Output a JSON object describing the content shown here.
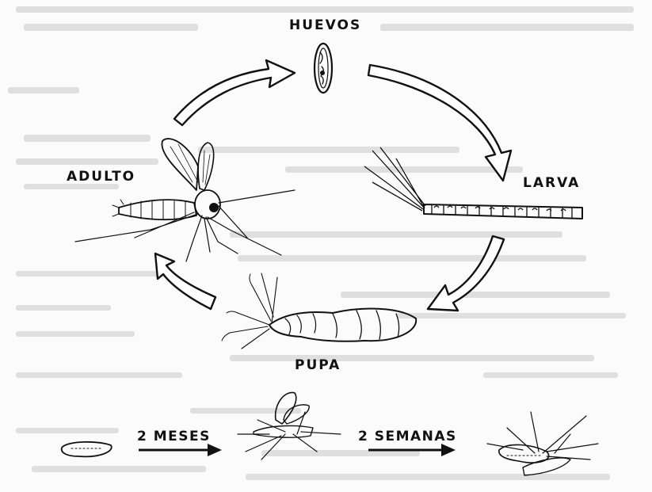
{
  "labels": {
    "eggs": "HUEVOS",
    "larva": "LARVA",
    "pupa": "PUPA",
    "adult": "ADULTO"
  },
  "timeline": {
    "first_interval": "2 MESES",
    "second_interval": "2 SEMANAS"
  },
  "icons": [
    "egg-icon",
    "larva-icon",
    "pupa-icon",
    "adult-mosquito-icon",
    "cycle-arrow-icon",
    "timeline-arrow-icon",
    "emerging-adult-icon",
    "dead-adult-icon",
    "pupa-small-icon"
  ],
  "colors": {
    "ink": "#111111",
    "paper": "#fbfbfb",
    "bleed_through": "#c9c9c9"
  }
}
